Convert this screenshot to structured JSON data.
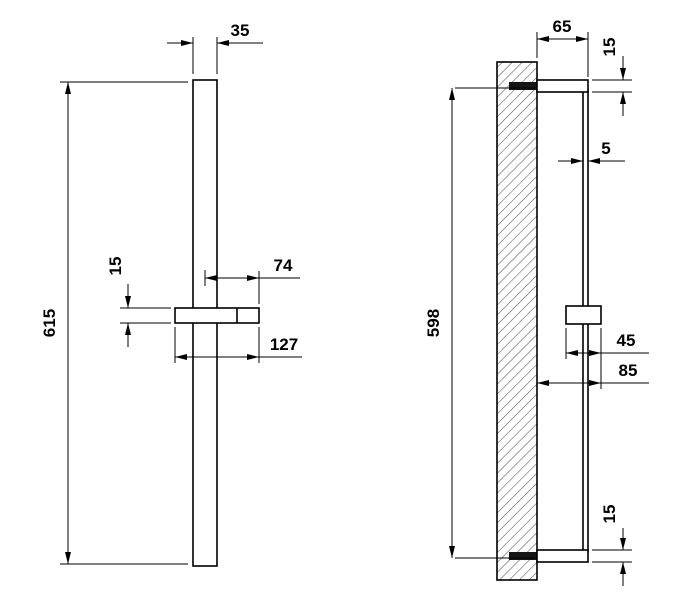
{
  "drawing": {
    "front_view": {
      "bar_width": "35",
      "overall_height": "615",
      "slider_height": "15",
      "handle_offset": "74",
      "slider_length": "127"
    },
    "side_view": {
      "mount_depth": "65",
      "top_bracket_height": "15",
      "rail_thickness": "5",
      "rail_height": "598",
      "slider_depth": "45",
      "overall_depth": "85",
      "bottom_bracket_height": "15"
    },
    "colors": {
      "line": "#000000",
      "hatch": "#555555",
      "anchor_fill": "#151515",
      "background": "#ffffff"
    }
  }
}
